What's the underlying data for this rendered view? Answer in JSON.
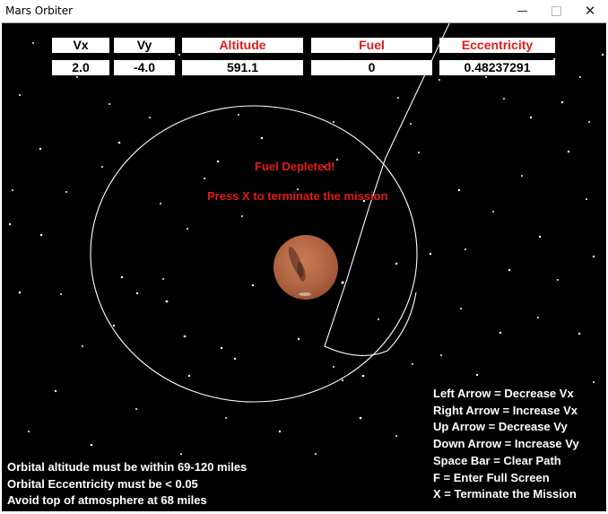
{
  "window": {
    "title": "Mars Orbiter",
    "controls": [
      "minimize",
      "maximize",
      "close"
    ]
  },
  "hud": {
    "headers": {
      "vx": "Vx",
      "vy": "Vy",
      "altitude": "Altitude",
      "fuel": "Fuel",
      "eccentricity": "Eccentricity"
    },
    "values": {
      "vx": "2.0",
      "vy": "-4.0",
      "altitude": "591.1",
      "fuel": "0",
      "eccentricity": "0.48237291"
    }
  },
  "messages": {
    "fuel_depleted": "Fuel Depleted!",
    "terminate_prompt": "Press X to terminate the mission"
  },
  "rules": [
    "Orbital altitude must be within 69-120 miles",
    "Orbital Eccentricity must be < 0.05",
    "Avoid top of atmosphere at 68 miles"
  ],
  "controls_help": [
    "Left Arrow = Decrease Vx",
    "Right Arrow = Increase Vx",
    "Up Arrow = Decrease Vy",
    "Down Arrow = Increase Vy",
    "Space Bar = Clear Path",
    "F = Enter Full Screen",
    "X = Terminate the Mission"
  ],
  "colors": {
    "background": "#000000",
    "header_red": "#e41b1b",
    "path": "#ffffff",
    "planet": "#b56a45"
  },
  "scene": {
    "planet": "Mars",
    "orbit_path": "ellipse",
    "trajectory": "escape-path"
  }
}
